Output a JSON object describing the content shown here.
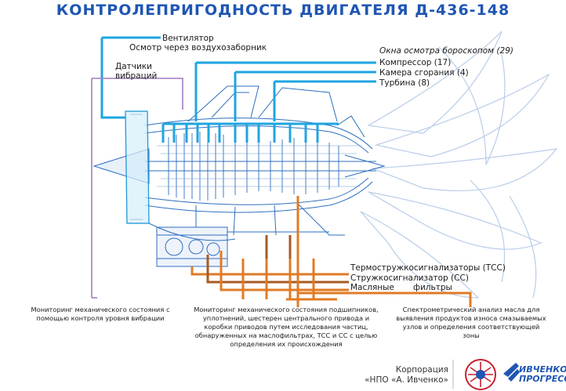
{
  "title": "КОНТРОЛЕПРИГОДНОСТЬ ДВИГАТЕЛЯ Д-436-148",
  "labels": {
    "fan": "Вентилятор",
    "fan_inspection": "Осмотр через воздухозаборник",
    "vibration_sensors": "Датчики вибраций",
    "borescope_windows": "Окна осмотра бороскопом (29)",
    "compressor": "Компрессор (17)",
    "combustion_chamber": "Камера сгорания (4)",
    "turbine": "Турбина (8)",
    "tss": "Термостружкосигнализаторы (ТСС)",
    "ss": "Стружкосигнализатор (СС)",
    "oil_filters_word1": "Масляные",
    "oil_filters_word2": "фильтры"
  },
  "notes": {
    "vibration_monitoring": "Мониторинг механического состояния с помощью контроля уровня вибрации",
    "bearing_monitoring": "Мониторинг механического состояния подшипников, уплотнений, шестерен центрального привода и коробки приводов путем исследования частиц, обнаруженных на маслофильтрах, ТСС и СС с целью определения их происхождения",
    "spectrometric_analysis": "Спектрометрический анализ масла для выявления продуктов износа смазываемых узлов и определения соответствующей зоны"
  },
  "footer": {
    "corporation": "Корпорация",
    "npo": "«НПО «А. Ивченко»",
    "brand_line1": "ИВЧЕНКО",
    "brand_line2": "ПРОГРЕСС"
  },
  "colors": {
    "title": "#1f56b3",
    "cyan": "#1fa5e0",
    "engine": "#2e6fbf",
    "orange": "#e07b24",
    "brown": "#a85a22",
    "violet": "#a07cc4",
    "brand_red": "#c8202f"
  },
  "icons": [
    "fan-blade-ornament-icon",
    "npo-emblem-icon",
    "ivchenko-progress-logo-icon"
  ]
}
